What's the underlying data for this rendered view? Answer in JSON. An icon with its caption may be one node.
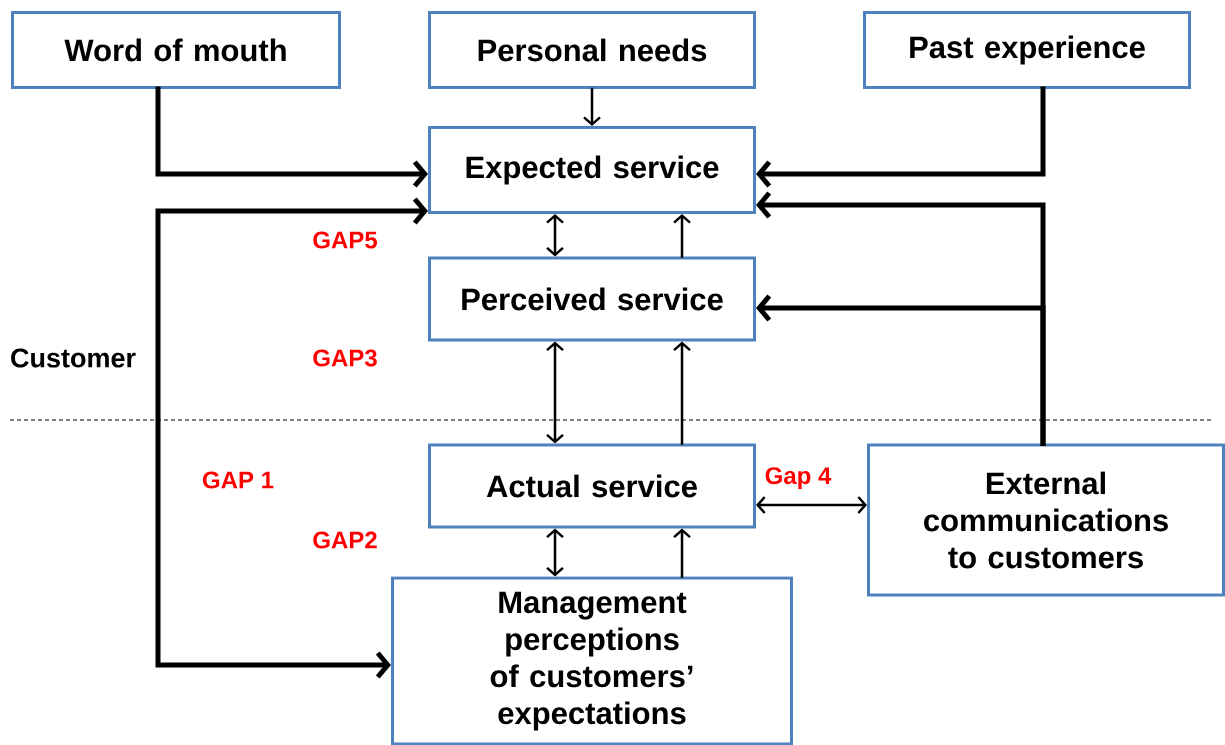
{
  "diagram": {
    "nodes": [
      {
        "text": [
          "Word of mouth"
        ]
      },
      {
        "text": [
          "Personal needs"
        ]
      },
      {
        "text": [
          "Past experience"
        ]
      },
      {
        "text": [
          "Expected service"
        ]
      },
      {
        "text": [
          "Perceived service"
        ]
      },
      {
        "text": [
          "Actual service"
        ]
      },
      {
        "text": [
          "External communications to customers"
        ]
      },
      {
        "text": [
          "Management perceptions of customers’ expectations"
        ]
      }
    ],
    "edges": [
      {
        "from": 0,
        "to": 3,
        "arrow": "to",
        "style": "thick"
      },
      {
        "from": 1,
        "to": 3,
        "arrow": "to"
      },
      {
        "from": 2,
        "to": 3,
        "arrow": "to",
        "style": "thick"
      },
      {
        "from": 6,
        "to": 3,
        "arrow": "to",
        "style": "thick"
      },
      {
        "from": 6,
        "to": 4,
        "arrow": "to",
        "style": "thick"
      },
      {
        "from": 3,
        "to": 4,
        "arrow": "both"
      },
      {
        "from": 4,
        "to": 3,
        "arrow": "to"
      },
      {
        "from": 4,
        "to": 5,
        "arrow": "both"
      },
      {
        "from": 5,
        "to": 4,
        "arrow": "to"
      },
      {
        "from": 5,
        "to": 7,
        "arrow": "both"
      },
      {
        "from": 7,
        "to": 5,
        "arrow": "to"
      },
      {
        "from": 5,
        "to": 6,
        "arrow": "both",
        "label": "Gap 4"
      },
      {
        "from": 3,
        "to": 7,
        "arrow": "both",
        "style": "thick"
      }
    ],
    "labels": [
      "GAP5",
      "Customer",
      "GAP3",
      "GAP 1",
      "GAP2"
    ]
  }
}
